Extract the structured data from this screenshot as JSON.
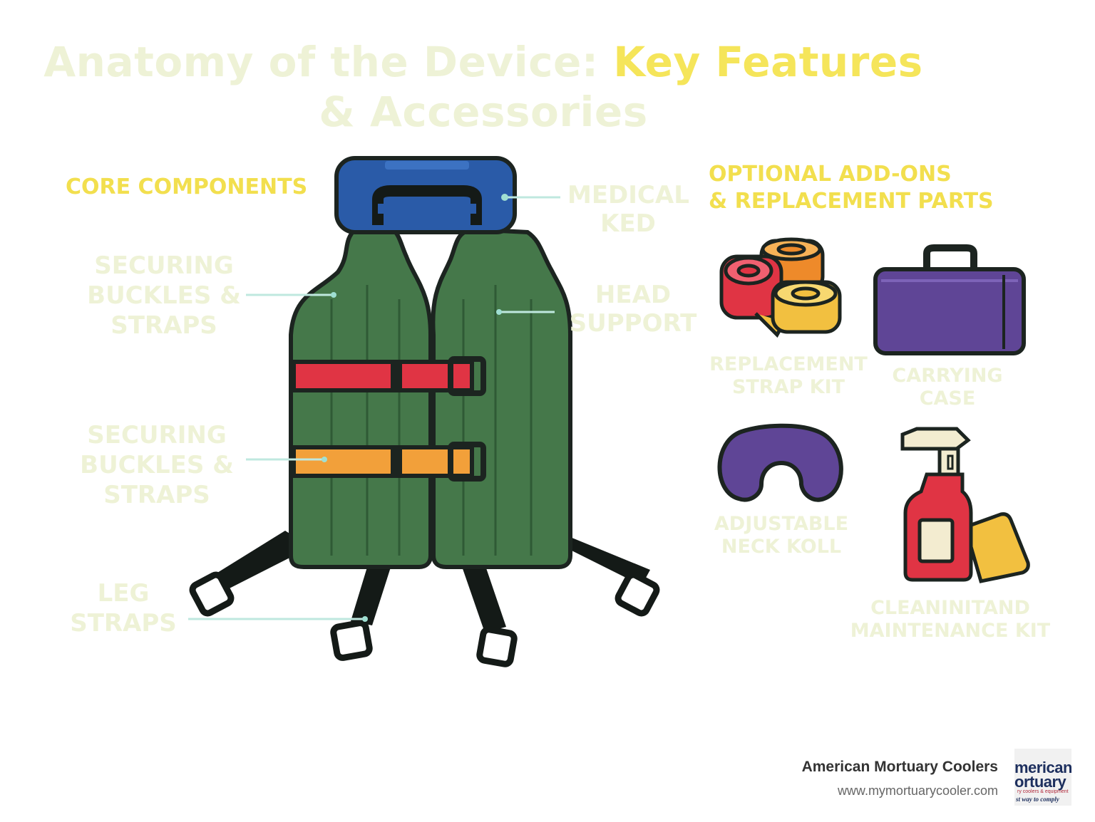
{
  "title": {
    "part1": "Anatomy of the Device: ",
    "highlight": "Key Features",
    "line2": "& Accessories"
  },
  "core": {
    "heading": "CORE COMPONENTS",
    "labels": {
      "medical_ked": [
        "MEDICAL",
        "KED"
      ],
      "securing_upper": [
        "SECURING",
        "BUCKLES &",
        "STRAPS"
      ],
      "head_support": [
        "HEAD",
        "SUPPORT"
      ],
      "securing_lower": [
        "SECURING",
        "BUCKLES &",
        "STRAPS"
      ],
      "leg_straps": [
        "LEG",
        "STRAPS"
      ]
    }
  },
  "addons": {
    "heading": [
      "OPTIONAL ADD-ONS",
      "& REPLACEMENT PARTS"
    ],
    "items": {
      "strap_kit": [
        "REPLACEMENT",
        "STRAP KIT"
      ],
      "carrying_case": [
        "CARRYING",
        "CASE"
      ],
      "neck_roll": [
        "ADJUSTABLE",
        "NECK KOLL"
      ],
      "cleaning_kit": [
        "CLEANINITAND",
        "MAINTENANCE  KIT"
      ]
    }
  },
  "footer": {
    "company": "American Mortuary Coolers",
    "url": "www.mymortuarycooler.com"
  },
  "logo": {
    "line1": "merican",
    "line2": "ortuary",
    "line3": "ry coolers & equipment",
    "line4": "st way to comply"
  },
  "colors": {
    "vest_green": "#45784a",
    "collar_blue": "#2a5ba8",
    "strap_red": "#e03444",
    "strap_orange": "#f2a03a",
    "outline": "#1c2420",
    "title_accent": "#f5e55a",
    "label_pale": "#eef2d6",
    "leader_line": "#bfe8df",
    "case_purple": "#5f4596"
  }
}
